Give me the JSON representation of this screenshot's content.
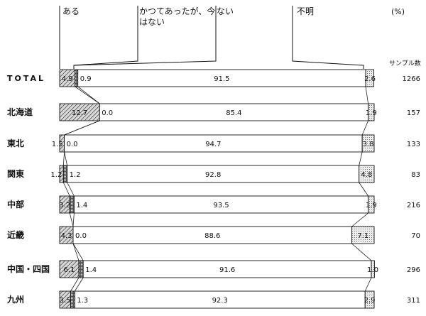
{
  "chart_data": {
    "type": "bar",
    "stacked": true,
    "orientation": "horizontal",
    "unit_label": "(%)",
    "sample_header": "サンプル数",
    "series": [
      {
        "name": "ある",
        "color": "#cfcfcf",
        "pattern": "hatch"
      },
      {
        "name": "かつてあったが、今はない",
        "color": "#ffffff",
        "pattern": "dense"
      },
      {
        "name": "ない",
        "color": "#ffffff",
        "pattern": "none"
      },
      {
        "name": "不明",
        "color": "#e4e4e4",
        "pattern": "dots"
      }
    ],
    "header_labels": {
      "aru": "ある",
      "katsute_line1": "かつてあったが、今",
      "katsute_line2": "はない",
      "nai": "ない",
      "fumei": "不明"
    },
    "rows": [
      {
        "category": "TOTAL",
        "values": [
          4.9,
          0.9,
          91.5,
          2.6
        ],
        "labels": [
          "4.9",
          "0.9",
          "91.5",
          "2.6"
        ],
        "sample": "1266"
      },
      {
        "category": "北海道",
        "values": [
          12.7,
          0.0,
          85.4,
          1.9
        ],
        "labels": [
          "12.7",
          "0.0",
          "85.4",
          "1.9"
        ],
        "sample": "157"
      },
      {
        "category": "東北",
        "values": [
          1.5,
          0.0,
          94.7,
          3.8
        ],
        "labels": [
          "1.5",
          "0.0",
          "94.7",
          "3.8"
        ],
        "sample": "133"
      },
      {
        "category": "関東",
        "values": [
          1.2,
          1.2,
          92.8,
          4.8
        ],
        "labels": [
          "1.2",
          "1.2",
          "92.8",
          "4.8"
        ],
        "sample": "83"
      },
      {
        "category": "中部",
        "values": [
          3.2,
          1.4,
          93.5,
          1.9
        ],
        "labels": [
          "3.2",
          "1.4",
          "93.5",
          "1.9"
        ],
        "sample": "216"
      },
      {
        "category": "近畿",
        "values": [
          4.3,
          0.0,
          88.6,
          7.1
        ],
        "labels": [
          "4.3",
          "0.0",
          "88.6",
          "7.1"
        ],
        "sample": "70"
      },
      {
        "category": "中国・四国",
        "values": [
          6.1,
          1.4,
          91.6,
          1.0
        ],
        "labels": [
          "6.1",
          "1.4",
          "91.6",
          "1.0"
        ],
        "sample": "296"
      },
      {
        "category": "九州",
        "values": [
          3.5,
          1.3,
          92.3,
          2.9
        ],
        "labels": [
          "3.5",
          "1.3",
          "92.3",
          "2.9"
        ],
        "sample": "311"
      }
    ]
  }
}
